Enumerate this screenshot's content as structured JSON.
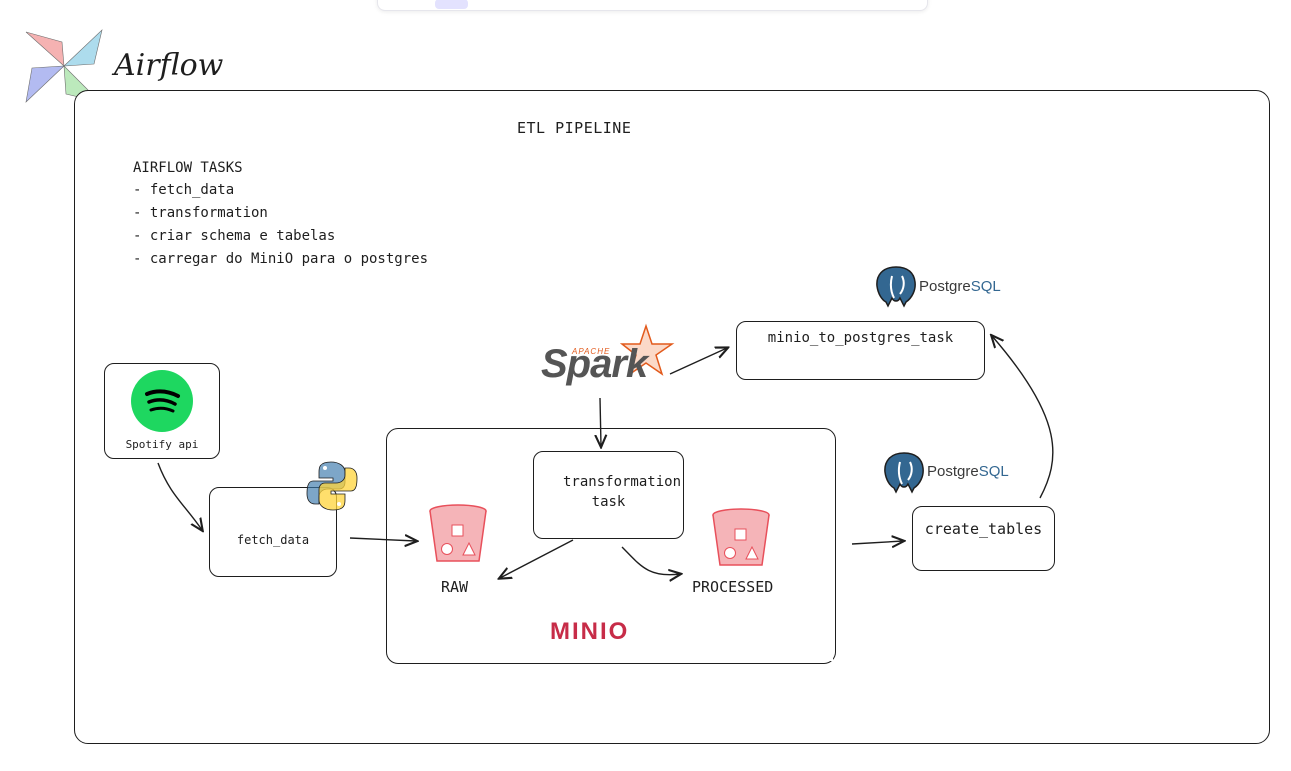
{
  "app": {
    "title": "Airflow"
  },
  "pipeline": {
    "title": "ETL PIPELINE"
  },
  "tasks": {
    "title": "AIRFLOW TASKS",
    "items": [
      "- fetch_data",
      "- transformation",
      "- criar schema e tabelas",
      "- carregar do MiniO para o postgres"
    ]
  },
  "nodes": {
    "spotify": "Spotify api",
    "fetch": "fetch_data",
    "transform": "transformation task",
    "raw": "RAW",
    "processed": "PROCESSED",
    "minio_to_postgres": "minio_to_postgres_task",
    "create_tables": "create_tables"
  },
  "logos": {
    "minio": "MINIO",
    "spark": "Spark",
    "spark_apache": "APACHE",
    "postgres_prefix": "Postgre",
    "postgres_suffix": "SQL",
    "airflow_icon": "airflow-pinwheel-icon",
    "python_icon": "python-icon",
    "bucket_icon": "bucket-icon",
    "elephant_icon": "postgres-elephant-icon"
  },
  "colors": {
    "spotify": "#1ed760",
    "minio": "#c72c48",
    "bucket": "#e8505b",
    "spark": "#e25a1c",
    "postgres": "#336791",
    "python_blue": "#3776ab",
    "python_yellow": "#ffd43b"
  }
}
